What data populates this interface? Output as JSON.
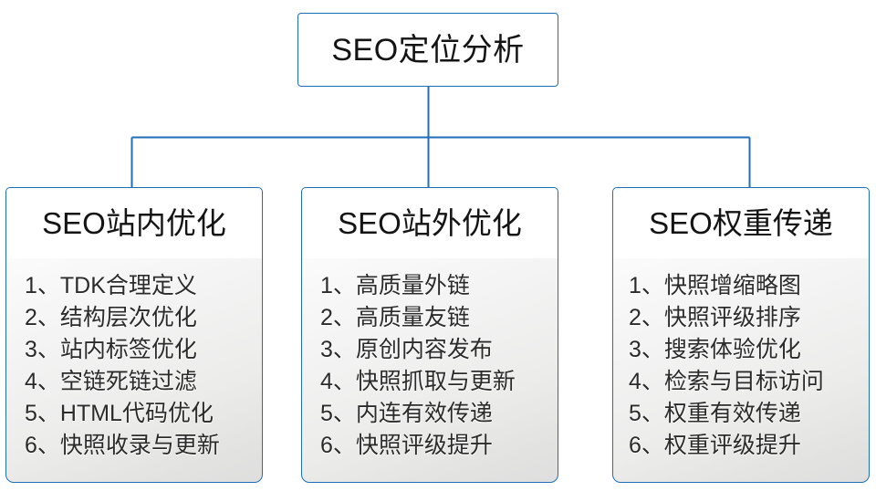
{
  "diagram": {
    "type": "org-tree",
    "accent_color": "#1f6fb8",
    "text_color": "#141414",
    "list_text_color": "#2b2b2b",
    "body_background": "#eeeeee",
    "root": {
      "title": "SEO定位分析"
    },
    "branches": [
      {
        "title": "SEO站内优化",
        "items": [
          "1、TDK合理定义",
          "2、结构层次优化",
          "3、站内标签优化",
          "4、空链死链过滤",
          "5、HTML代码优化",
          "6、快照收录与更新"
        ]
      },
      {
        "title": "SEO站外优化",
        "items": [
          "1、高质量外链",
          "2、高质量友链",
          "3、原创内容发布",
          "4、快照抓取与更新",
          "5、内连有效传递",
          "6、快照评级提升"
        ]
      },
      {
        "title": "SEO权重传递",
        "items": [
          "1、快照增缩略图",
          "2、快照评级排序",
          "3、搜索体验优化",
          "4、检索与目标访问",
          "5、权重有效传递",
          "6、权重评级提升"
        ]
      }
    ]
  }
}
